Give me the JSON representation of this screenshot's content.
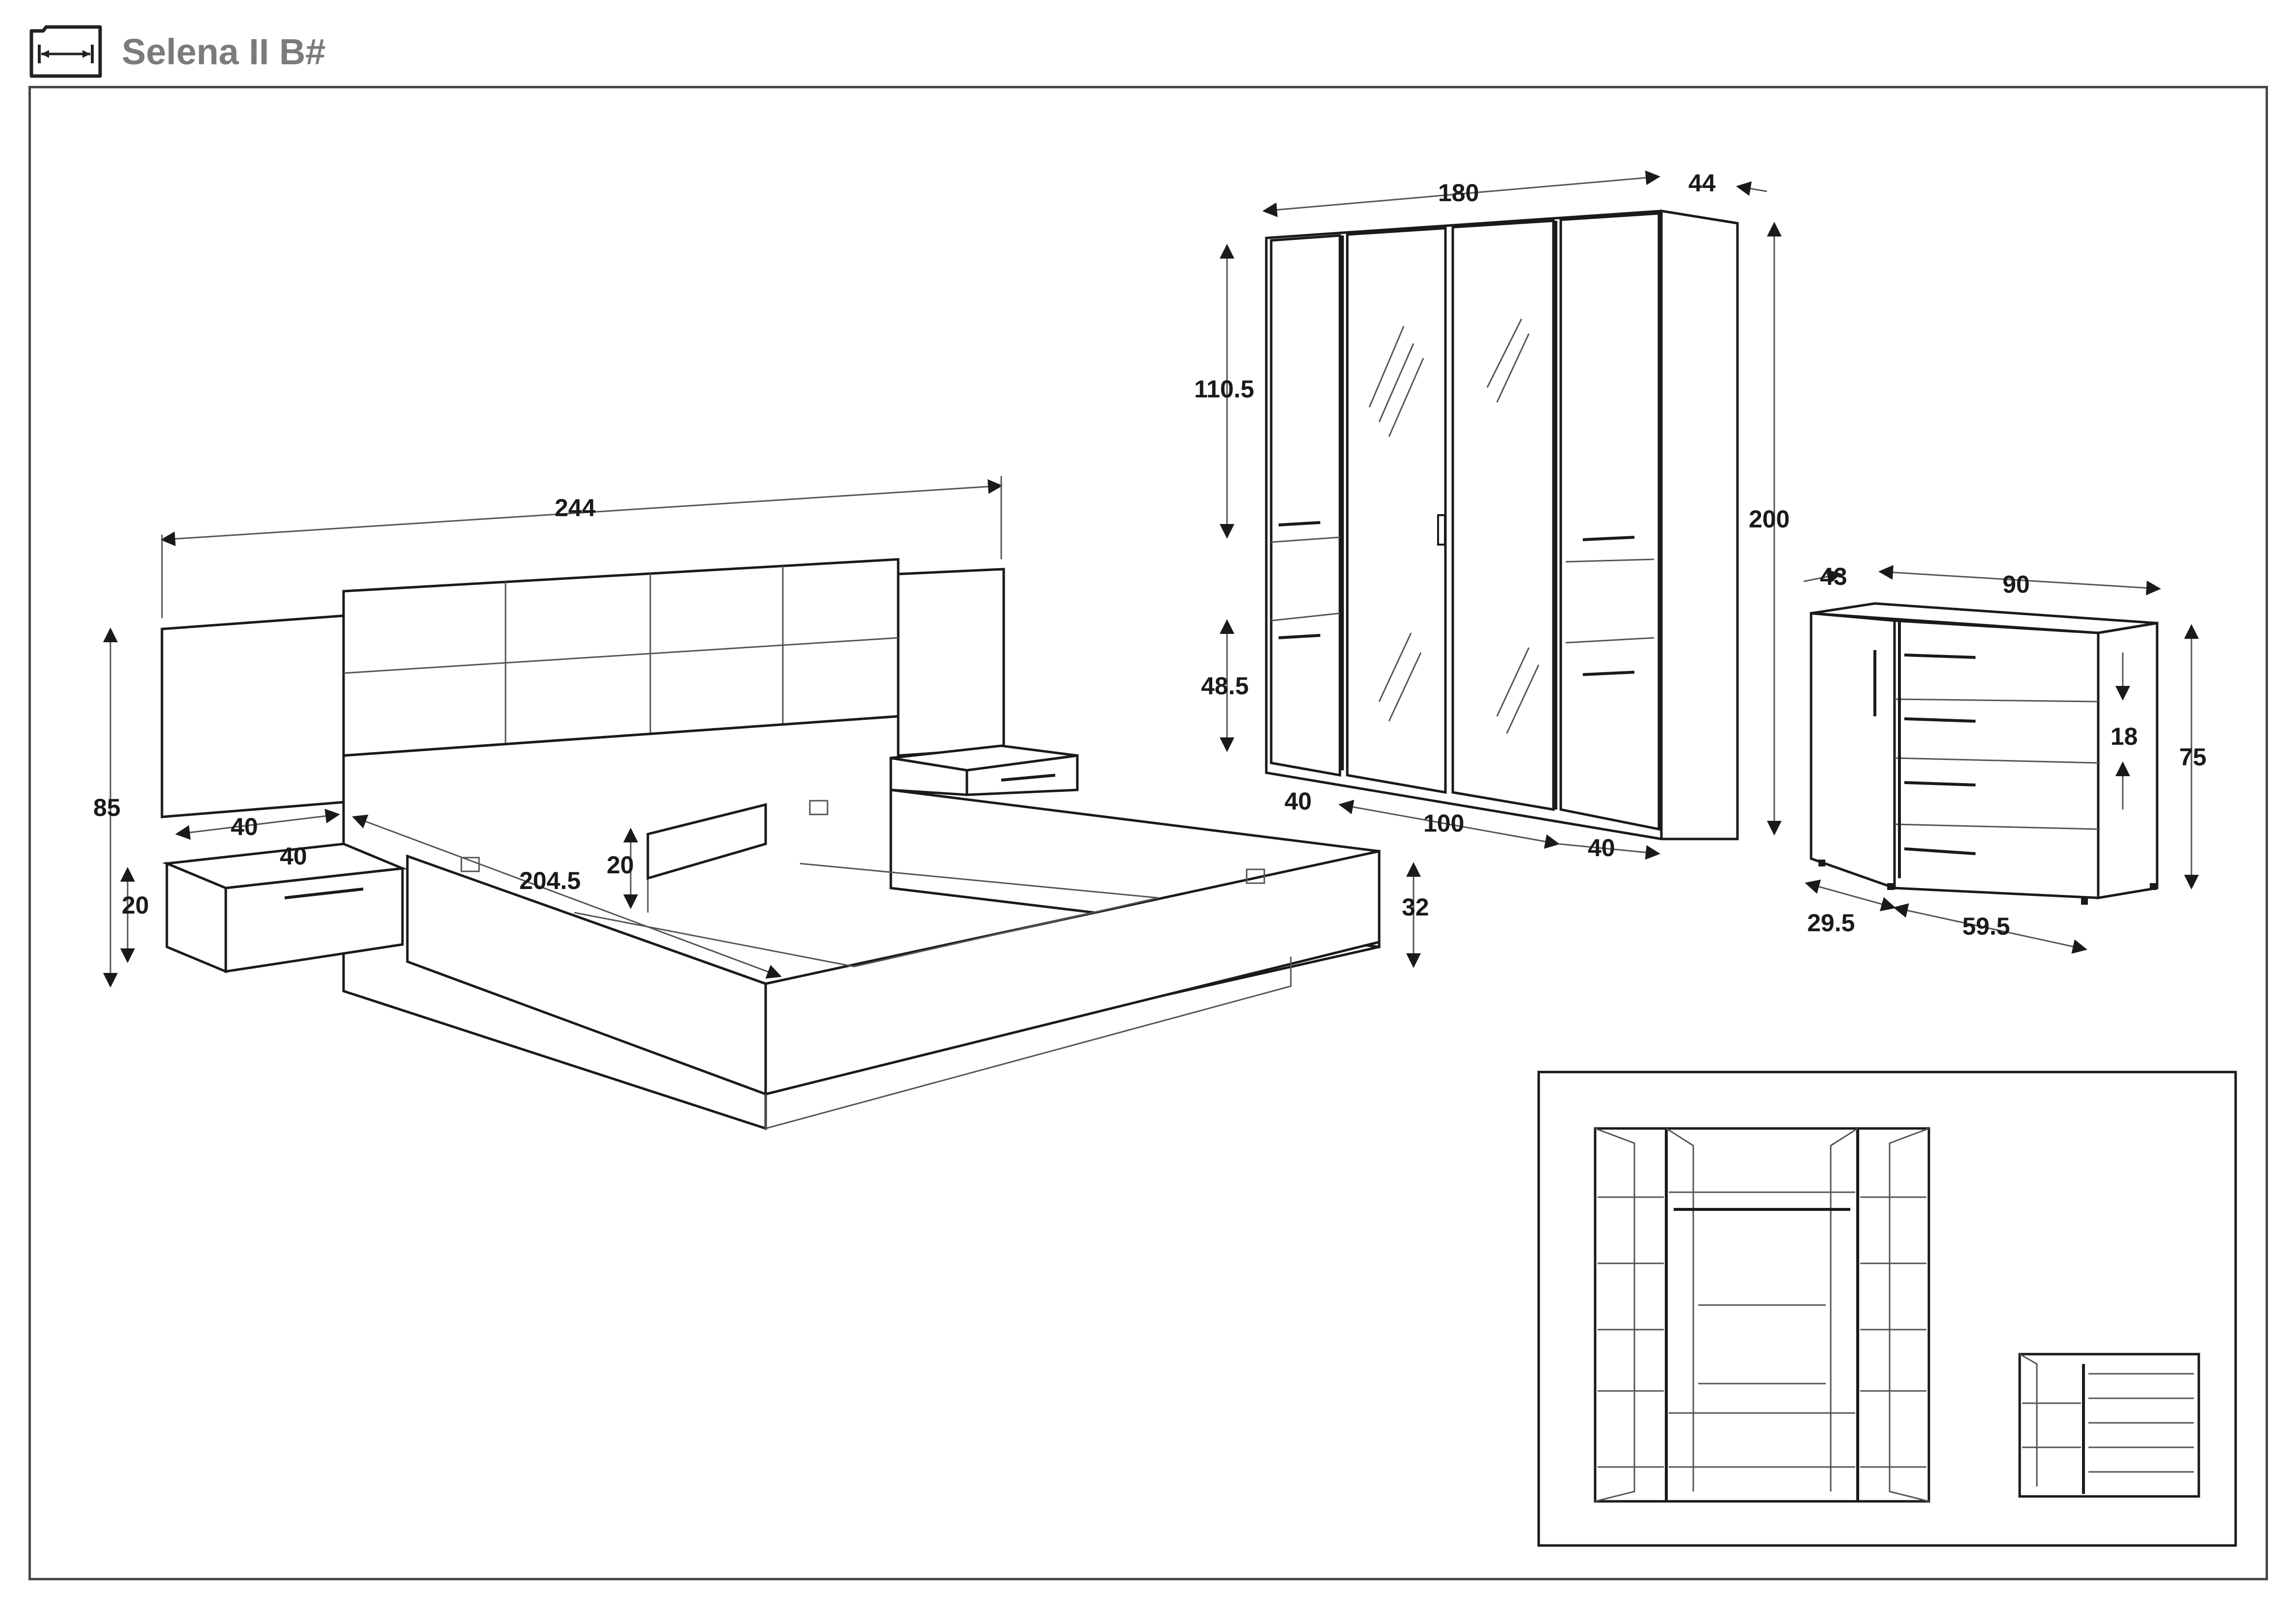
{
  "header": {
    "title": "Selena II B#",
    "icon": "dimensions-icon"
  },
  "bed": {
    "width_total": "244",
    "height_total": "85",
    "nightstand_width": "40",
    "nightstand_depth": "40",
    "nightstand_height": "20",
    "frame_length": "204.5",
    "frame_side_height": "20",
    "frame_height": "32"
  },
  "wardrobe": {
    "width": "180",
    "depth": "44",
    "height": "200",
    "upper_section": "110.5",
    "lower_section": "48.5",
    "left_door": "40",
    "middle_doors": "100",
    "right_door": "40"
  },
  "dresser": {
    "depth": "43",
    "width": "90",
    "height": "75",
    "drawer_height": "18",
    "door_width": "29.5",
    "drawer_width": "59.5"
  }
}
